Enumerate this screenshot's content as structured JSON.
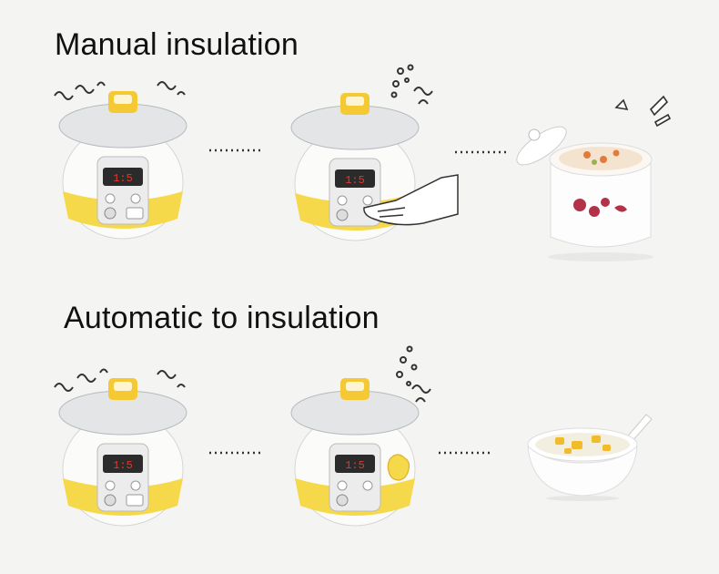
{
  "sections": [
    {
      "heading": "Manual insulation"
    },
    {
      "heading": "Automatic to insulation"
    }
  ],
  "cooker": {
    "display_digits": "1:5",
    "colors": {
      "body_white": "#fbfbfa",
      "body_yellow": "#f6d94a",
      "lid_glass": "#e3e5e7",
      "knob_yellow": "#f5c934",
      "panel_dark": "#2b2b2b",
      "display_red": "#e2382e"
    }
  },
  "icons": {
    "steam": "steam-lines-icon",
    "hand": "pointing-hand-icon",
    "dots": "dotted-arrow-icon",
    "pot": "ceramic-pot-with-porridge",
    "bowl": "bowl-of-dessert-soup"
  }
}
